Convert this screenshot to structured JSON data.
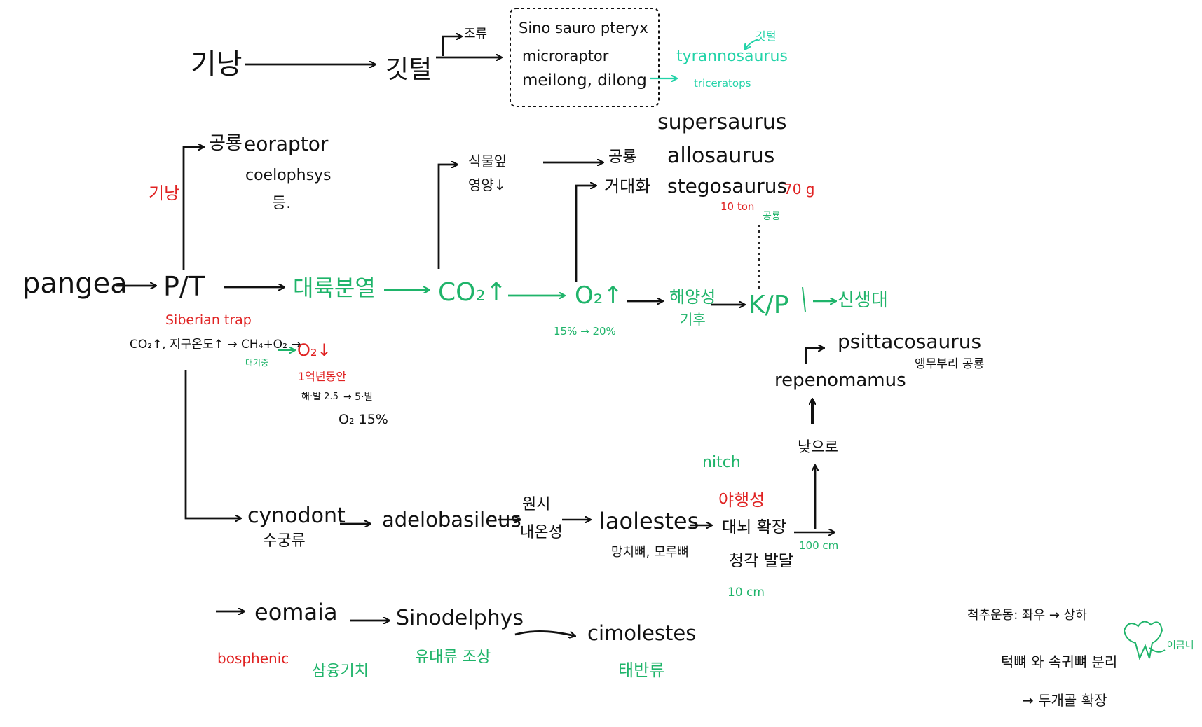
{
  "colors": {
    "ink": "#111111",
    "green": "#1fb46a",
    "cyan": "#22d3a8",
    "red": "#e02222"
  },
  "top": {
    "ginang": "기낭",
    "gitteol": "깃털",
    "joryu": "조류",
    "feathered_box": [
      "Sino sauro pteryx",
      "microraptor",
      "meilong, dilong"
    ],
    "tyrannosaurus": "tyrannosaurus",
    "gitteol_note": "깃털",
    "triceratops": "triceratops"
  },
  "dino_branch": {
    "ginang": "기낭",
    "gongryong": "공룡",
    "eoraptor": "eoraptor",
    "coelophysys": "coelophsys",
    "deung": "등."
  },
  "main": {
    "pangea": "pangea",
    "pt": "P/T",
    "continental_split": "대륙분열",
    "co2": "CO₂↑",
    "o2": "O₂↑",
    "o2_range": "15% → 20%",
    "ocean_climate_1": "해양성",
    "ocean_climate_2": "기후",
    "kp": "K/P",
    "cenozoic": "신생대"
  },
  "plants": {
    "line1": "식물잎",
    "line2": "영양↓"
  },
  "giant": {
    "line1": "공룡",
    "line2": "거대화",
    "supersaurus": "supersaurus",
    "allosaurus": "allosaurus",
    "stegosaurus": "stegosaurus",
    "weight": "70 g",
    "ton": "10 ton",
    "dino_small": "공룡"
  },
  "pt_event": {
    "siberian": "Siberian trap",
    "chain": "CO₂↑, 지구온도↑ → CH₄+O₂ →",
    "o2_down": "O₂↓",
    "atmosphere": "대기중",
    "hundred_million": "1억년동안",
    "elev1": "해·발 2.5",
    "elev2": "→ 5·발",
    "o2_15": "O₂ 15%"
  },
  "psittaco": {
    "name": "psittacosaurus",
    "desc": "앵무부리 공룡",
    "repenomamus": "repenomamus",
    "daytime": "낮으로"
  },
  "mammal": {
    "cynodont": "cynodont",
    "cynodont_kr": "수궁류",
    "adelobasileus": "adelobasileus",
    "primitive_1": "원시",
    "primitive_2": "내온성",
    "laolestes": "laolestes",
    "bones": "망치뼈, 모루뼈",
    "nitch": "nitch",
    "nocturnal": "야행성",
    "brain": "대뇌 확장",
    "hearing": "청각 발달",
    "size10": "10 cm",
    "size100": "100 cm"
  },
  "eutheria": {
    "eomaia": "eomaia",
    "bosphenic": "bosphenic",
    "tribosphenic_kr": "삼융기치",
    "sinodelphys": "Sinodelphys",
    "placental_ancestor": "유대류 조상",
    "cimolestes": "cimolestes",
    "placentals": "태반류"
  },
  "notes": {
    "spine": "척추운동: 좌우 → 상하",
    "jaw": "턱뼈 와 속귀뼈 분리",
    "skull": "→ 두개골 확장",
    "molar": "어금니"
  }
}
